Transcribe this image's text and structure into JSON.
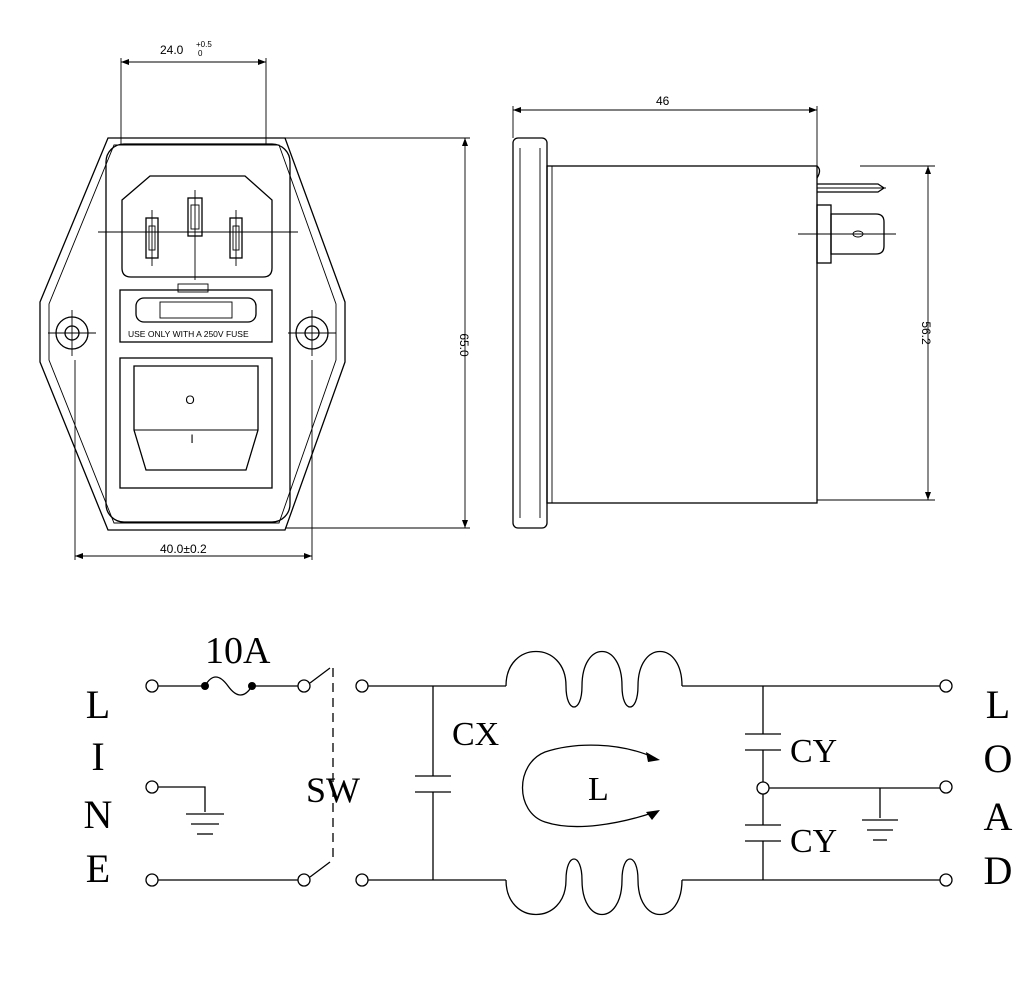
{
  "dimensions": {
    "width_top": "24.0",
    "width_top_tol_upper": "+0.5",
    "width_top_tol_lower": "0",
    "depth": "46",
    "height": "65.0",
    "body_height": "56.2",
    "width_bottom": "40.0±0.2"
  },
  "fuse_text": "USE ONLY WITH A 250V FUSE",
  "switch_marks": {
    "off": "O",
    "on": "I"
  },
  "schematic": {
    "fuse_rating": "10A",
    "line_letters": [
      "L",
      "I",
      "N",
      "E"
    ],
    "load_letters": [
      "L",
      "O",
      "A",
      "D"
    ],
    "switch_label": "SW",
    "cx_label": "CX",
    "inductor_label": "L",
    "cy_top_label": "CY",
    "cy_bottom_label": "CY"
  }
}
